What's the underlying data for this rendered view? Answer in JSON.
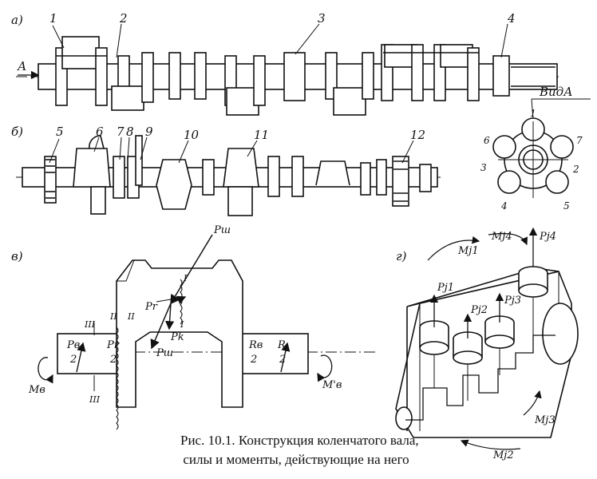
{
  "panels": {
    "a": {
      "label": "а)",
      "callouts": [
        "1",
        "2",
        "3",
        "4"
      ],
      "arrow_label": "А"
    },
    "b": {
      "label": "б)",
      "callouts": [
        "5",
        "6",
        "7",
        "8",
        "9",
        "10",
        "11",
        "12"
      ]
    },
    "view": {
      "title": "ВидА",
      "numbers": [
        "1",
        "6",
        "7",
        "3",
        "2",
        "4",
        "5"
      ]
    },
    "v": {
      "label": "в)",
      "section_marks": [
        "III",
        "II",
        "II",
        "III",
        "I",
        "I"
      ],
      "forces": [
        "Pш",
        "Pr",
        "Pk",
        "Pш"
      ],
      "fractions": [
        {
          "num": "Pв",
          "den": "2"
        },
        {
          "num": "Pr",
          "den": "2"
        },
        {
          "num": "Rв",
          "den": "2"
        },
        {
          "num": "R",
          "den": "2"
        }
      ],
      "moments": [
        "Mв",
        "M'в"
      ]
    },
    "g": {
      "label": "г)",
      "forces": [
        "Pj1",
        "Pj2",
        "Pj3",
        "Pj4"
      ],
      "moments": [
        "Mj1",
        "Mj4",
        "Mj3",
        "Mj2"
      ]
    }
  },
  "caption": {
    "line1": "Рис. 10.1. Конструкция коленчатого вала,",
    "line2": "силы и моменты, действующие на него"
  }
}
